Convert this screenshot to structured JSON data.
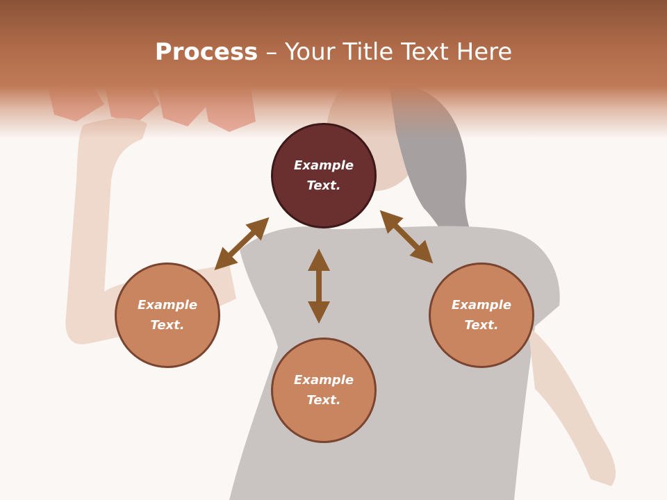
{
  "title": {
    "bold": "Process",
    "rest": " – Your Title Text Here"
  },
  "nodes": {
    "top": {
      "line1": "Example",
      "line2": "Text."
    },
    "left": {
      "line1": "Example",
      "line2": "Text."
    },
    "right": {
      "line1": "Example",
      "line2": "Text."
    },
    "bottom": {
      "line1": "Example",
      "line2": "Text."
    }
  },
  "colors": {
    "header": "#b06c4a",
    "node_dark": "#6a2f2f",
    "node_light": "#c98460",
    "arrow": "#8b5a2b",
    "background": "#fbf7f4"
  }
}
